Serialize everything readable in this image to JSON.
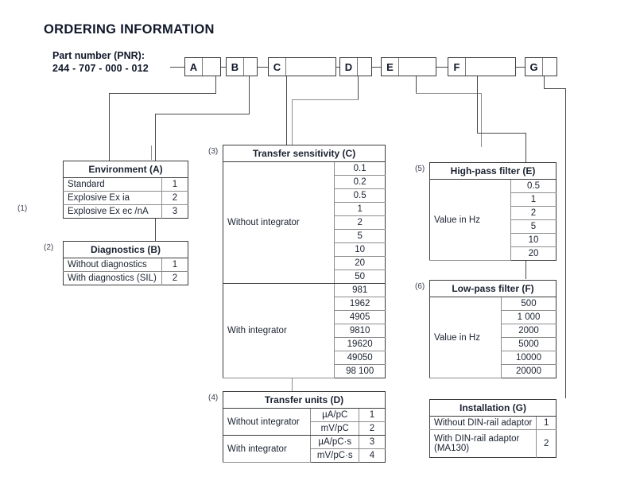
{
  "page": {
    "title": "ORDERING INFORMATION",
    "background_color": "#ffffff",
    "line_color": "#4a4a4a"
  },
  "part_number": {
    "label_line1": "Part number (PNR):",
    "label_line2": "244 - 707 - 000 - 012",
    "boxes": [
      {
        "letter": "A",
        "value": ""
      },
      {
        "letter": "B",
        "value": ""
      },
      {
        "letter": "C",
        "value": ""
      },
      {
        "letter": "D",
        "value": ""
      },
      {
        "letter": "E",
        "value": ""
      },
      {
        "letter": "F",
        "value": ""
      },
      {
        "letter": "G",
        "value": ""
      }
    ]
  },
  "footnotes": {
    "f1": "(1)",
    "f2": "(2)",
    "f3": "(3)",
    "f4": "(4)",
    "f5": "(5)",
    "f6": "(6)"
  },
  "tables": {
    "environment": {
      "header": "Environment (A)",
      "rows": [
        {
          "label": "Standard",
          "code": "1"
        },
        {
          "label": "Explosive Ex ia",
          "code": "2"
        },
        {
          "label": "Explosive Ex ec /nA",
          "code": "3"
        }
      ]
    },
    "diagnostics": {
      "header": "Diagnostics (B)",
      "rows": [
        {
          "label": "Without diagnostics",
          "code": "1"
        },
        {
          "label": "With diagnostics (SIL)",
          "code": "2"
        }
      ]
    },
    "transfer_sensitivity": {
      "header": "Transfer sensitivity (C)",
      "groups": [
        {
          "label": "Without integrator",
          "values": [
            "0.1",
            "0.2",
            "0.5",
            "1",
            "2",
            "5",
            "10",
            "20",
            "50"
          ]
        },
        {
          "label": "With integrator",
          "values": [
            "981",
            "1962",
            "4905",
            "9810",
            "19620",
            "49050",
            "98 100"
          ]
        }
      ]
    },
    "transfer_units": {
      "header": "Transfer units (D)",
      "rows": [
        {
          "label": "Without integrator",
          "unit": "µA/pC",
          "code": "1"
        },
        {
          "label": "",
          "unit": "mV/pC",
          "code": "2"
        },
        {
          "label": "With integrator",
          "unit": "µA/pC·s",
          "code": "3"
        },
        {
          "label": "",
          "unit": "mV/pC·s",
          "code": "4"
        }
      ]
    },
    "high_pass": {
      "header": "High-pass filter (E)",
      "label": "Value in Hz",
      "values": [
        "0.5",
        "1",
        "2",
        "5",
        "10",
        "20"
      ]
    },
    "low_pass": {
      "header": "Low-pass filter (F)",
      "label": "Value in Hz",
      "values": [
        "500",
        "1 000",
        "2000",
        "5000",
        "10000",
        "20000"
      ]
    },
    "installation": {
      "header": "Installation (G)",
      "rows": [
        {
          "label": "Without DIN-rail adaptor",
          "code": "1"
        },
        {
          "label": "With DIN-rail adaptor (MA130)",
          "code": "2"
        }
      ]
    }
  }
}
